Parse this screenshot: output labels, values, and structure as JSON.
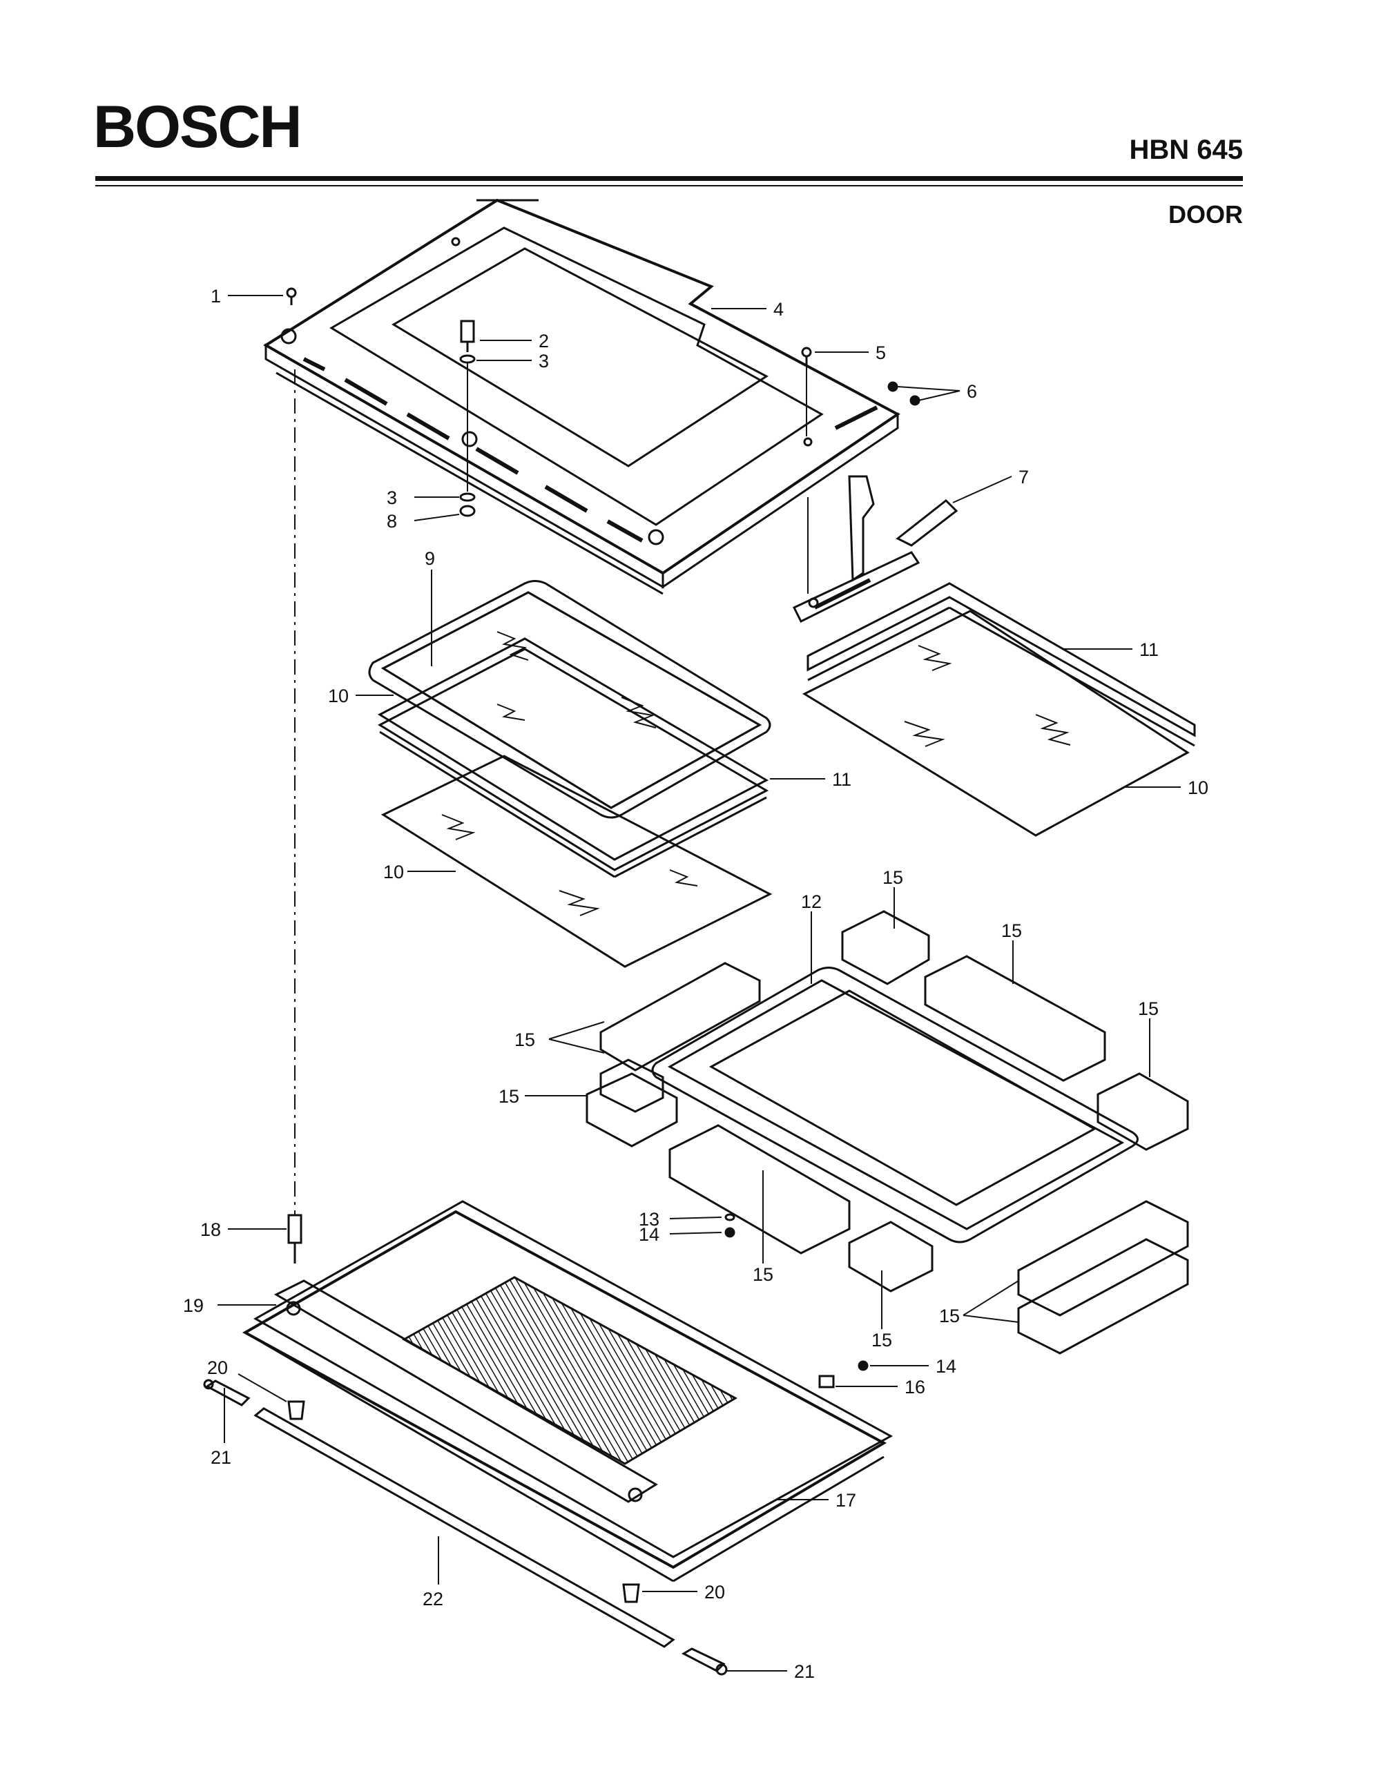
{
  "header": {
    "brand": "BOSCH",
    "model": "HBN 645",
    "section": "DOOR"
  },
  "callouts": [
    "1",
    "2",
    "3",
    "3",
    "4",
    "5",
    "6",
    "7",
    "8",
    "9",
    "10",
    "10",
    "10",
    "11",
    "11",
    "12",
    "13",
    "14",
    "14",
    "15",
    "15",
    "15",
    "15",
    "15",
    "15",
    "15",
    "15",
    "16",
    "17",
    "18",
    "19",
    "20",
    "20",
    "21",
    "21",
    "22"
  ]
}
